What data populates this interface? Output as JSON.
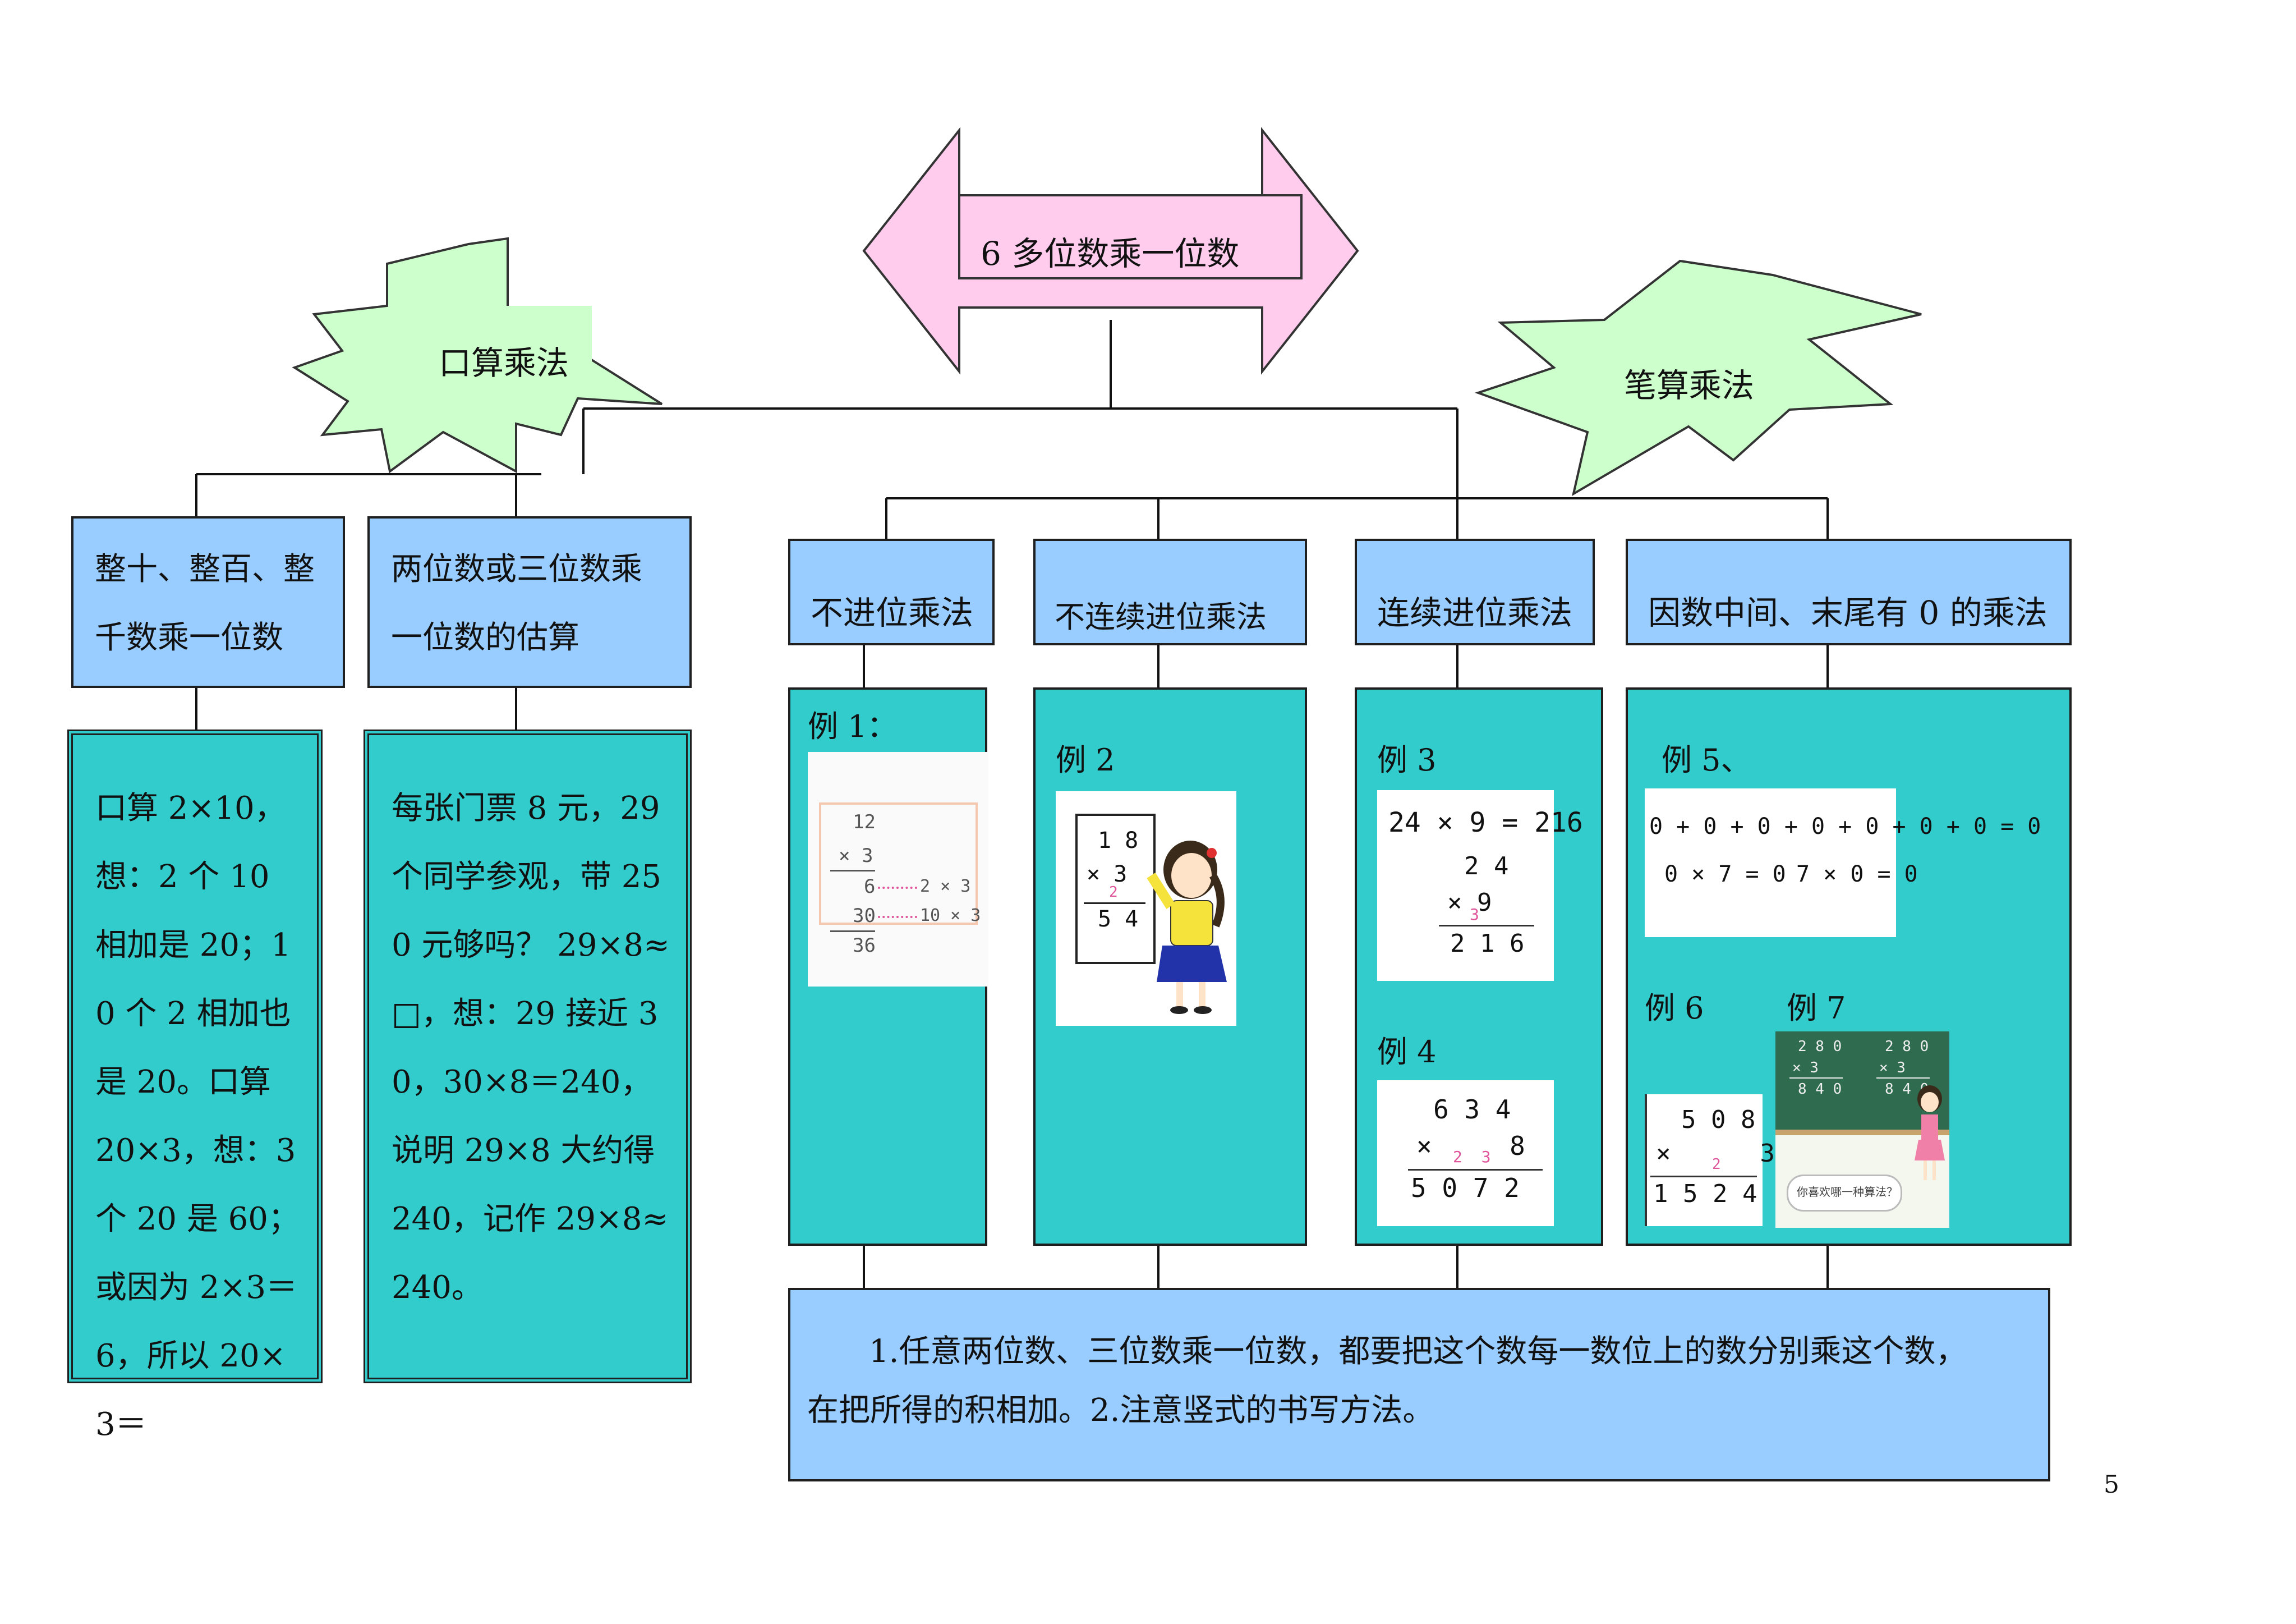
{
  "title": "6  多位数乘一位数",
  "left_branch": {
    "label": "口算乘法",
    "categories": [
      "整十、整百、整千数乘一位数",
      "两位数或三位数乘一位数的估算"
    ],
    "examples": [
      "口算 2×10，想：2 个 10 相加是 20；10 个 2 相加也是 20。口算 20×3，想：3 个 20 是 60；或因为 2×3＝6，所以 20×3＝",
      "每张门票 8 元，29 个同学参观，带 250 元够吗？ 29×8≈□，想：29 接近 30，30×8＝240，说明 29×8 大约得 240，记作 29×8≈240。"
    ]
  },
  "right_branch": {
    "label": "笔算乘法",
    "categories": [
      "不进位乘法",
      "不连续进位乘法",
      "连续进位乘法",
      "因数中间、末尾有 0 的乘法"
    ],
    "example_labels": [
      "例 1：",
      "例 2",
      "例 3",
      "例 4",
      "例 5、",
      "例 6",
      "例 7"
    ],
    "pictures": {
      "ex1": {
        "top": "12",
        "mult": "×  3",
        "p1": "6",
        "p1_note": "2 × 3",
        "p2": "30",
        "p2_note": "10 × 3",
        "result": "36"
      },
      "ex2": {
        "top": "1 8",
        "mult": "×  3",
        "carry": "2",
        "result": "5 4"
      },
      "ex3": {
        "eq": "24 × 9 = 216",
        "top": "2 4",
        "mult": "×  9",
        "carry": "3",
        "result": "2 1 6"
      },
      "ex4": {
        "top": "6 3 4",
        "mult": "×     8",
        "carry": "2  3",
        "result": "5 0 7 2"
      },
      "ex5": {
        "line1": "0 + 0 + 0 + 0 + 0 + 0 + 0 = 0",
        "line2a": "0 × 7 = 0",
        "line2b": "7 × 0 = 0"
      },
      "ex6": {
        "top": "5 0 8",
        "mult": "×      3",
        "carry": "2",
        "result": "1 5 2 4"
      },
      "ex7": {
        "a_top": "2 8 0",
        "a_mult": "× 3",
        "a_res": "8 4 0",
        "b_top": "2 8 0",
        "b_mult": "× 3",
        "b_res": "8 4 0",
        "bubble": "你喜欢哪一种算法？"
      }
    }
  },
  "summary_lines": [
    "1.任意两位数、三位数乘一位数，都要把这个数每一数位上的数分别乘这个数，",
    "在把所得的积相加。2.注意竖式的书写方法。"
  ],
  "page_number": "5",
  "colors": {
    "arrow": "#ffccee",
    "burst": "#ccffcc",
    "box_blue": "#99ccff",
    "box_teal": "#33cccc"
  }
}
